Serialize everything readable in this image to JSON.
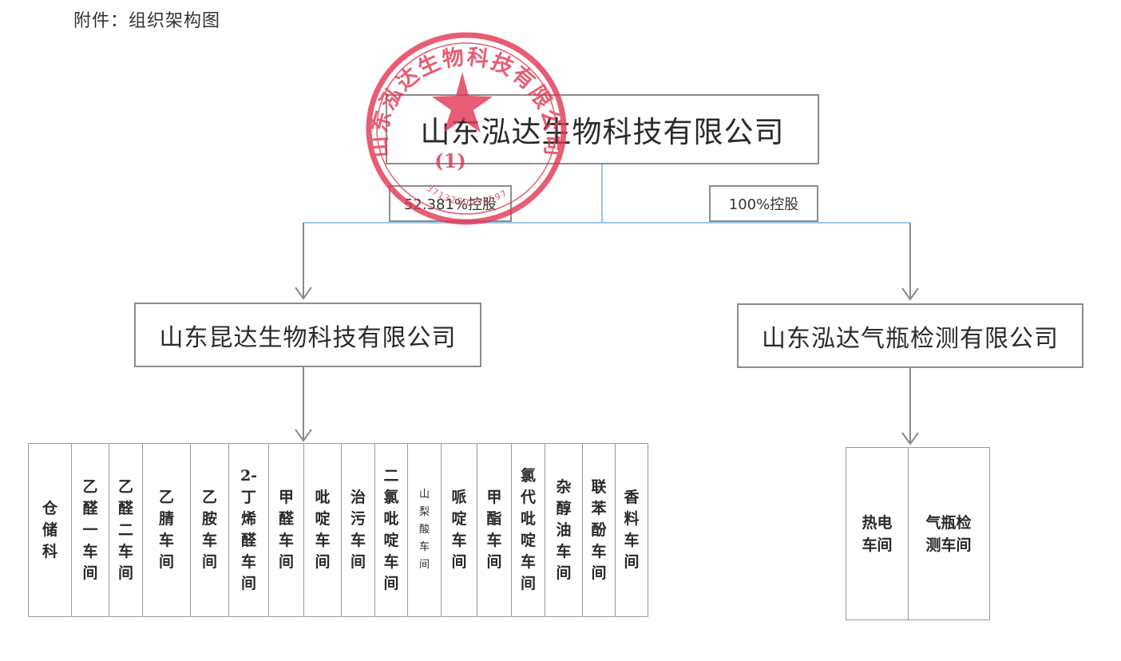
{
  "caption": "附件：组织架构图",
  "root": {
    "label": "山东泓达生物科技有限公司"
  },
  "subsidiaries": [
    {
      "label": "山东昆达生物科技有限公司",
      "stake": "52.381%控股"
    },
    {
      "label": "山东泓达气瓶检测有限公司",
      "stake": "100%控股"
    }
  ],
  "kunda_departments": [
    "仓储科",
    "乙醛一车间",
    "乙醛二车间",
    "乙腈车间",
    "乙胺车间",
    "2-丁烯醛车间",
    "甲醛车间",
    "吡啶车间",
    "治污车间",
    "二氯吡啶车间",
    "山梨酸车间",
    "哌啶车间",
    "甲酯车间",
    "氯代吡啶车间",
    "杂醇油车间",
    "联苯酚车间",
    "香料车间"
  ],
  "qiping_departments": [
    {
      "line1": "热电",
      "line2": "车间"
    },
    {
      "line1": "气瓶检",
      "line2": "测车间"
    }
  ],
  "seal": {
    "ring_text": "山东泓达生物科技有限公司",
    "number": "(1)",
    "code": "3713230053597",
    "color": "#e23a55"
  },
  "colors": {
    "line": "#9ec6e6",
    "arrow": "#8a8a8a",
    "border": "#8c8c8c"
  }
}
